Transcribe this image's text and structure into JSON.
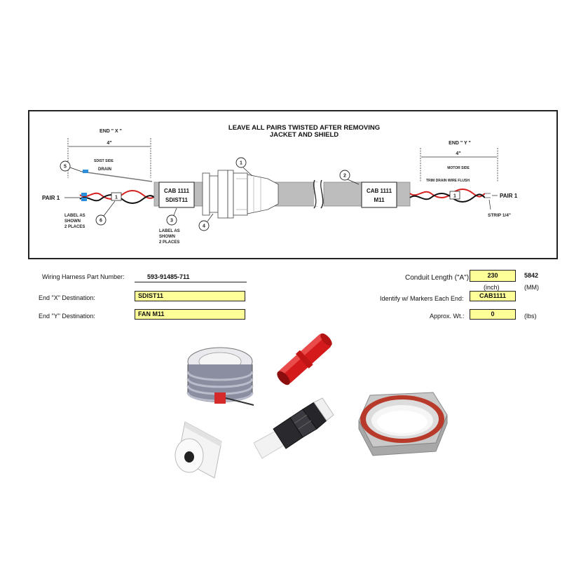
{
  "diagram": {
    "title_line1": "LEAVE ALL PAIRS TWISTED AFTER REMOVING",
    "title_line2": "JACKET AND SHIELD",
    "end_x_label": "END \" X \"",
    "end_x_dim": "4\"",
    "end_y_label": "END \" Y \"",
    "end_y_dim": "4\"",
    "sdist_side": "SDIST SIDE",
    "drain": "DRAIN",
    "motor_side": "MOTOR SIDE",
    "trim_drain": "TRIM DRAIN WIRE FLUSH",
    "pair_left": "PAIR 1",
    "pair_right": "PAIR 1",
    "strip": "STRIP 1/4\"",
    "label_as_shown_left": [
      "LABEL AS",
      "SHOWN",
      "2 PLACES"
    ],
    "label_as_shown_mid": [
      "LABEL AS",
      "SHOWN",
      "2 PLACES"
    ],
    "cab_left_line1": "CAB 1111",
    "cab_left_line2": "SDIST11",
    "cab_right_line1": "CAB 1111",
    "cab_right_line2": "M11",
    "marker_left": "1",
    "marker_right": "1",
    "callouts": [
      "1",
      "2",
      "3",
      "4",
      "5",
      "6"
    ],
    "colors": {
      "wire_red": "#d42020",
      "wire_black": "#111111",
      "marker_blue": "#2a8fd8",
      "jacket_gray": "#bdbdbd"
    }
  },
  "form": {
    "part_number_label": "Wiring Harness Part Number:",
    "part_number_value": "593-91485-711",
    "end_x_label": "End \"X\" Destination:",
    "end_x_value": "SDIST11",
    "end_y_label": "End \"Y\" Destination:",
    "end_y_value": "FAN M11",
    "conduit_label": "Conduit Length (\"A\"):",
    "conduit_value": "230",
    "conduit_mm": "5842",
    "inch_unit": "(inch)",
    "mm_unit": "(MM)",
    "markers_label": "Identify w/ Markers Each End:",
    "markers_value": "CAB1111",
    "weight_label": "Approx. Wt.:",
    "weight_value": "0",
    "weight_unit": "(lbs)",
    "highlight_color": "#ffff99"
  },
  "products": {
    "icons": [
      "cable-spool-icon",
      "butt-splice-icon",
      "cord-grip-fitting-icon",
      "label-roll-icon",
      "sealing-locknut-icon"
    ]
  }
}
